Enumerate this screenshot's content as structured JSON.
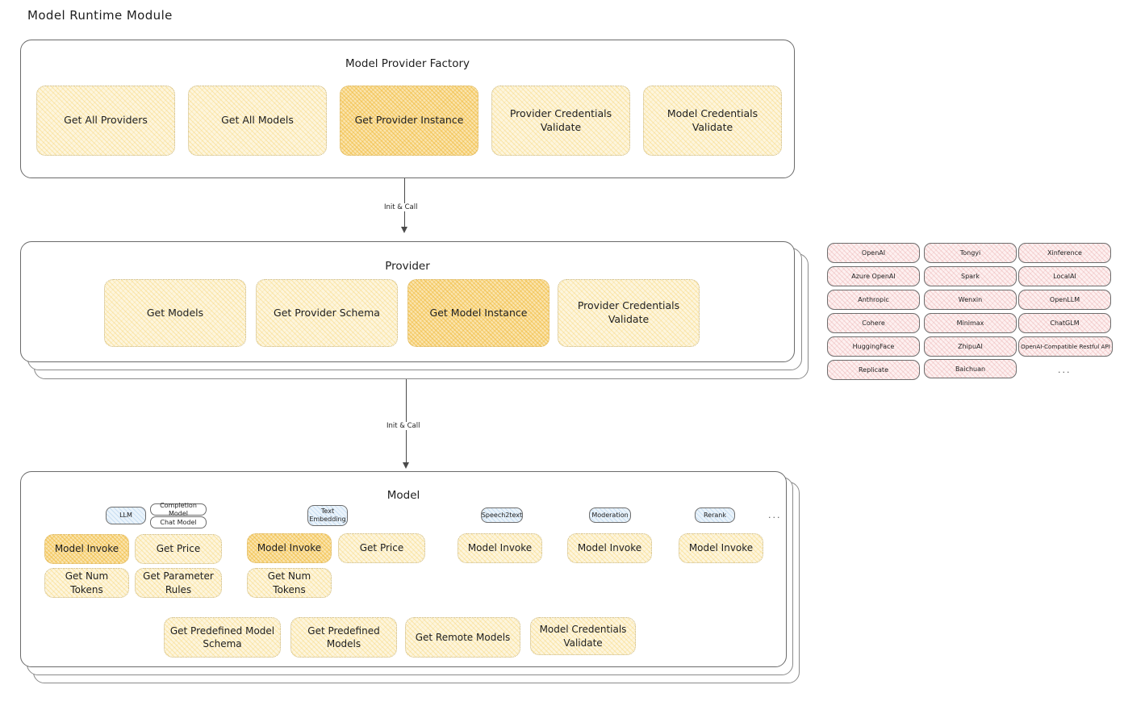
{
  "page": {
    "title": "Model Runtime Module"
  },
  "factory": {
    "title": "Model Provider Factory",
    "nodes": [
      {
        "label": "Get All Providers",
        "highlighted": false
      },
      {
        "label": "Get All Models",
        "highlighted": false
      },
      {
        "label": "Get Provider Instance",
        "highlighted": true
      },
      {
        "label": "Provider Credentials Validate",
        "highlighted": false
      },
      {
        "label": "Model Credentials Validate",
        "highlighted": false
      }
    ]
  },
  "arrow1": {
    "label": "Init & Call"
  },
  "provider": {
    "title": "Provider",
    "nodes": [
      {
        "label": "Get Models",
        "highlighted": false
      },
      {
        "label": "Get Provider Schema",
        "highlighted": false
      },
      {
        "label": "Get Model Instance",
        "highlighted": true
      },
      {
        "label": "Provider Credentials Validate",
        "highlighted": false
      }
    ]
  },
  "arrow2": {
    "label": "Init & Call"
  },
  "provider_list": {
    "columns": [
      [
        "OpenAI",
        "Azure OpenAI",
        "Anthropic",
        "Cohere",
        "HuggingFace",
        "Replicate"
      ],
      [
        "Tongyi",
        "Spark",
        "Wenxin",
        "Minimax",
        "ZhipuAI",
        "Baichuan"
      ],
      [
        "Xinference",
        "LocalAI",
        "OpenLLM",
        "ChatGLM",
        "OpenAI-Compatible Restful API"
      ]
    ],
    "more": "..."
  },
  "model": {
    "title": "Model",
    "more": "...",
    "types": [
      {
        "badge": "LLM",
        "sub_badges": [
          "Completion Model",
          "Chat Model"
        ],
        "nodes": [
          {
            "label": "Model Invoke",
            "highlighted": true
          },
          {
            "label": "Get Price",
            "highlighted": false
          },
          {
            "label": "Get Num Tokens",
            "highlighted": false
          },
          {
            "label": "Get Parameter Rules",
            "highlighted": false
          }
        ]
      },
      {
        "badge": "Text Embedding",
        "sub_badges": [],
        "nodes": [
          {
            "label": "Model Invoke",
            "highlighted": true
          },
          {
            "label": "Get Price",
            "highlighted": false
          },
          {
            "label": "Get Num Tokens",
            "highlighted": false
          }
        ]
      },
      {
        "badge": "Speech2text",
        "sub_badges": [],
        "nodes": [
          {
            "label": "Model Invoke",
            "highlighted": false
          }
        ]
      },
      {
        "badge": "Moderation",
        "sub_badges": [],
        "nodes": [
          {
            "label": "Model Invoke",
            "highlighted": false
          }
        ]
      },
      {
        "badge": "Rerank",
        "sub_badges": [],
        "nodes": [
          {
            "label": "Model Invoke",
            "highlighted": false
          }
        ]
      }
    ],
    "common_nodes": [
      {
        "label": "Get Predefined Model Schema"
      },
      {
        "label": "Get Predefined Models"
      },
      {
        "label": "Get Remote Models"
      },
      {
        "label": "Model Credentials Validate"
      }
    ]
  },
  "colors": {
    "node_fill": "#fdf5dd",
    "node_highlight_fill": "#fae4ae",
    "chip_fill": "#fdf0f0",
    "badge_fill": "#eaf3fb",
    "stroke": "#6b6b6b",
    "text": "#1e1e1e"
  }
}
